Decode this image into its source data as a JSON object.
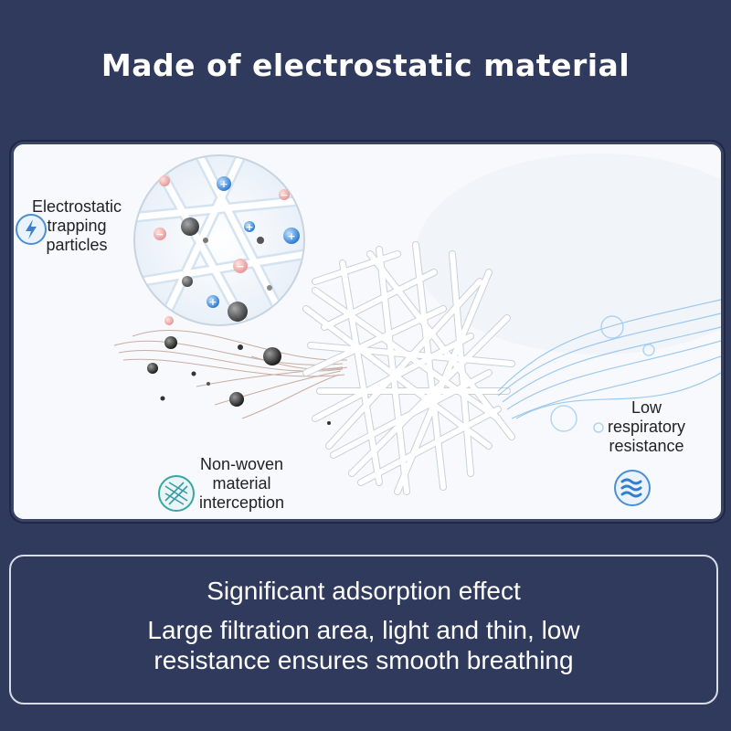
{
  "header": {
    "title": "Made of electrostatic material"
  },
  "illustration": {
    "labels": {
      "electrostatic": [
        "Electrostatic",
        "trapping",
        "particles"
      ],
      "nonwoven": [
        "Non-woven",
        "material",
        "interception"
      ],
      "resistance": [
        "Low",
        "respiratory",
        "resistance"
      ]
    },
    "icons": {
      "electrostatic": "lightning-circle-icon",
      "nonwoven": "mesh-circle-icon",
      "resistance": "wave-circle-icon"
    },
    "colors": {
      "accent_blue": "#4a8fd6",
      "particle": "#3a3a3a"
    }
  },
  "footer": {
    "heading": "Significant adsorption effect",
    "body_line1": "Large filtration area, light and thin, low",
    "body_line2": "resistance ensures smooth breathing"
  }
}
